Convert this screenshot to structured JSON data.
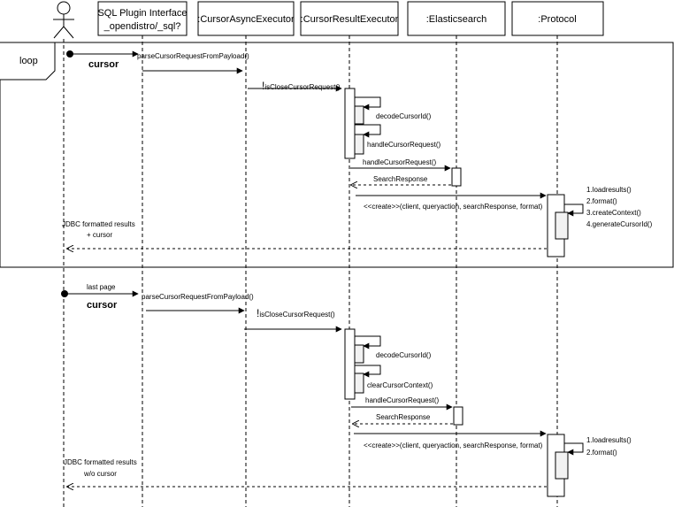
{
  "participants": {
    "p1": "SQL Plugin Interface",
    "p1b": "_opendistro/_sql?",
    "p2": ":CursorAsyncExecutor",
    "p3": ":CursorResultExecutor",
    "p4": ":Elasticsearch",
    "p5": ":Protocol"
  },
  "frame": {
    "label": "loop"
  },
  "top": {
    "cursor": "cursor",
    "parse": "parseCursorRequestFromPayload()",
    "isClose_prefix": "!",
    "isClose": "isCloseCursorRequest()",
    "decode": "decodeCursorId()",
    "handle": "handleCursorRequest()",
    "handle_es": "handleCursorRequest()",
    "search_response": "SearchResponse",
    "create": "<<create>>(client, queryaction, searchResponse, format)",
    "note1": "1.loadresults()",
    "note2": "2.format()",
    "note3": "3.createContext()",
    "note4": "4.generateCursorId()",
    "jdbc1": "JDBC formatted results",
    "jdbc2": "+ cursor"
  },
  "bottom": {
    "last_page": "last page",
    "cursor": "cursor",
    "parse": "parseCursorRequestFromPayload()",
    "isClose_prefix": "!",
    "isClose": "isCloseCursorRequest()",
    "decode": "decodeCursorId()",
    "clear": "clearCursorContext()",
    "handle_es": "handleCursorRequest()",
    "search_response": "SearchResponse",
    "create": "<<create>>(client, queryaction, searchResponse, format)",
    "note1": "1.loadresults()",
    "note2": "2.format()",
    "jdbc1": "JDBC formatted results",
    "jdbc2": "w/o cursor"
  }
}
